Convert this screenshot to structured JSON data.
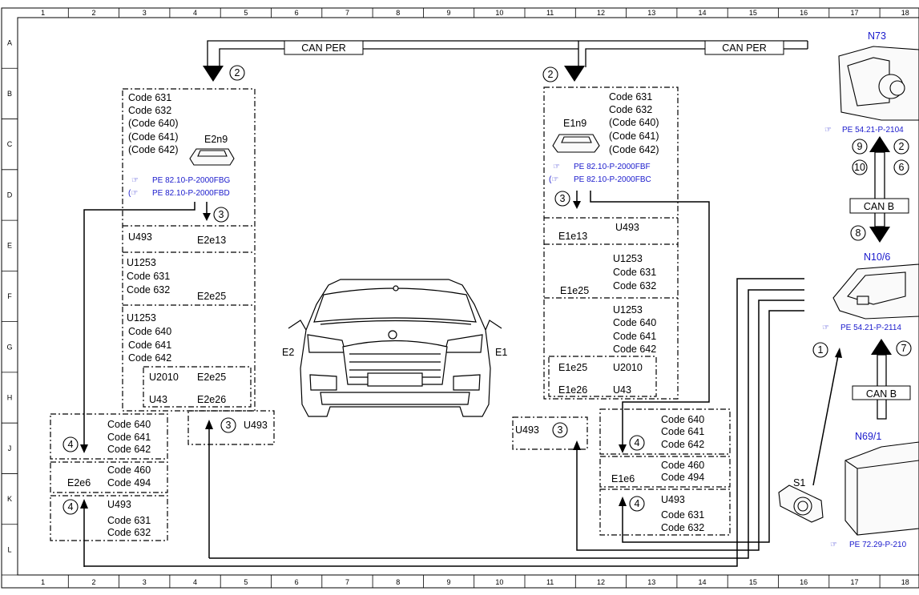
{
  "grid": {
    "columns": [
      "1",
      "2",
      "3",
      "4",
      "5",
      "6",
      "7",
      "8",
      "9",
      "10",
      "11",
      "12",
      "13",
      "14",
      "15",
      "16",
      "17",
      "18"
    ],
    "rows": [
      "A",
      "B",
      "C",
      "D",
      "E",
      "F",
      "G",
      "H",
      "J",
      "K",
      "L"
    ]
  },
  "bus_labels": {
    "can_per_left": "CAN PER",
    "can_per_right": "CAN PER",
    "can_b_upper": "CAN B",
    "can_b_lower": "CAN B"
  },
  "vehicle": {
    "left_label": "E2",
    "right_label": "E1"
  },
  "components": {
    "n73": "N73",
    "n10_6": "N10/6",
    "n69_1": "N69/1",
    "s1": "S1",
    "e2n9": "E2n9",
    "e1n9": "E1n9"
  },
  "references": {
    "e2n9_1": "PE 82.10-P-2000FBG",
    "e2n9_2": "PE 82.10-P-2000FBD",
    "e1n9_1": "PE 82.10-P-2000FBF",
    "e1n9_2": "PE 82.10-P-2000FBC",
    "n73": "PE 54.21-P-2104",
    "n10_6": "PE 54.21-P-2114",
    "n69_1": "PE 72.29-P-210"
  },
  "left_module": {
    "codes": [
      "Code 631",
      "Code 632",
      "(Code 640)",
      "(Code 641)",
      "(Code 642)"
    ],
    "u493": "U493",
    "e2e13": "E2e13",
    "seg_f": [
      "U1253",
      "Code 631",
      "Code 632"
    ],
    "e2e25": "E2e25",
    "seg_g": [
      "U1253",
      "Code 640",
      "Code 641",
      "Code 642"
    ],
    "u2010": "U2010",
    "e2e25_b": "E2e25",
    "u43": "U43",
    "e2e26": "E2e26"
  },
  "right_module": {
    "codes": [
      "Code 631",
      "Code 632",
      "(Code 640)",
      "(Code 641)",
      "(Code 642)"
    ],
    "u493": "U493",
    "e1e13": "E1e13",
    "seg_f": [
      "U1253",
      "Code 631",
      "Code 632"
    ],
    "e1e25": "E1e25",
    "seg_g": [
      "U1253",
      "Code 640",
      "Code 641",
      "Code 642"
    ],
    "e1e25_b": "E1e25",
    "u2010": "U2010",
    "e1e26": "E1e26",
    "u43": "U43"
  },
  "left_blocks": {
    "j_codes": [
      "Code 640",
      "Code 641",
      "Code 642"
    ],
    "k_codes": [
      "Code 460",
      "Code 494"
    ],
    "e2e6": "E2e6",
    "l_u493": "U493",
    "l_codes": [
      "Code 631",
      "Code 632"
    ],
    "mid_u493": "U493"
  },
  "right_blocks": {
    "j_codes": [
      "Code 640",
      "Code 641",
      "Code 642"
    ],
    "k_codes": [
      "Code 460",
      "Code 494"
    ],
    "e1e6": "E1e6",
    "l_u493": "U493",
    "l_codes": [
      "Code 631",
      "Code 632"
    ],
    "mid_u493": "U493"
  },
  "step_numbers": {
    "s2_left": "2",
    "s2_right": "2",
    "s3_left": "3",
    "s3_right": "3",
    "s3_left_lower": "3",
    "s3_right_lower": "3",
    "s4_left_j": "4",
    "s4_left_l": "4",
    "s4_right_j": "4",
    "s4_right_l": "4",
    "s9": "9",
    "s10": "10",
    "s2_n73": "2",
    "s6": "6",
    "s8": "8",
    "s1": "1",
    "s7": "7"
  }
}
